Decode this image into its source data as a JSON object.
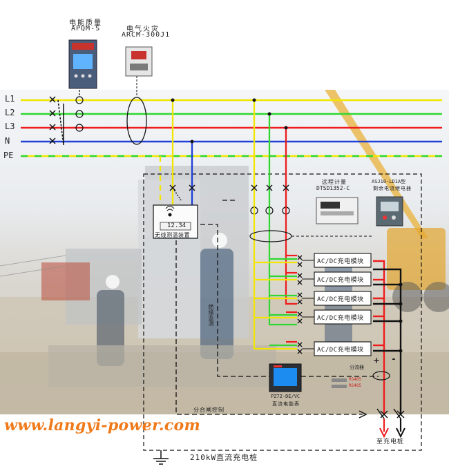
{
  "devices": {
    "power_quality": {
      "title": "电能质量",
      "model": "APQM-S"
    },
    "fire_monitor": {
      "title": "电气火灾",
      "model": "ARCM-300J1"
    },
    "meter": {
      "title": "远程计量",
      "model": "DTSD1352-C"
    },
    "leakage_relay": {
      "title": "ASJ10-LD1A型",
      "subtitle": "剩余电流继电器"
    },
    "dc_meter": {
      "model": "PZ72-DE/VC",
      "name": "直流电能表"
    },
    "temp_controller": {
      "reading": "12.34",
      "name": "无线测温装置"
    }
  },
  "lines": [
    "L1",
    "L2",
    "L3",
    "N",
    "PE"
  ],
  "modules": [
    "AC/DC充电模块",
    "AC/DC充电模块",
    "AC/DC充电模块",
    "AC/DC充电模块",
    "AC/DC充电模块"
  ],
  "labels": {
    "monitoring": "绝缘监测",
    "shunt": "分流器",
    "positive": "+",
    "negative": "-",
    "comm": "分合闸控制",
    "to_charger": "至充电桩",
    "cabinet": "210kW直流充电桩",
    "shunt_marks": [
      "RS485",
      "RS485"
    ]
  },
  "watermark": "www.langyi-power.com",
  "colors": {
    "L1": "#f2e600",
    "L2": "#2fd72f",
    "L3": "#ee1c1c",
    "N": "#1f3fd8",
    "PE_a": "#f2e600",
    "PE_b": "#2fd72f",
    "dc_positive": "#ee1c1c",
    "dc_negative": "#111111",
    "watermark": "#f07a1a"
  }
}
